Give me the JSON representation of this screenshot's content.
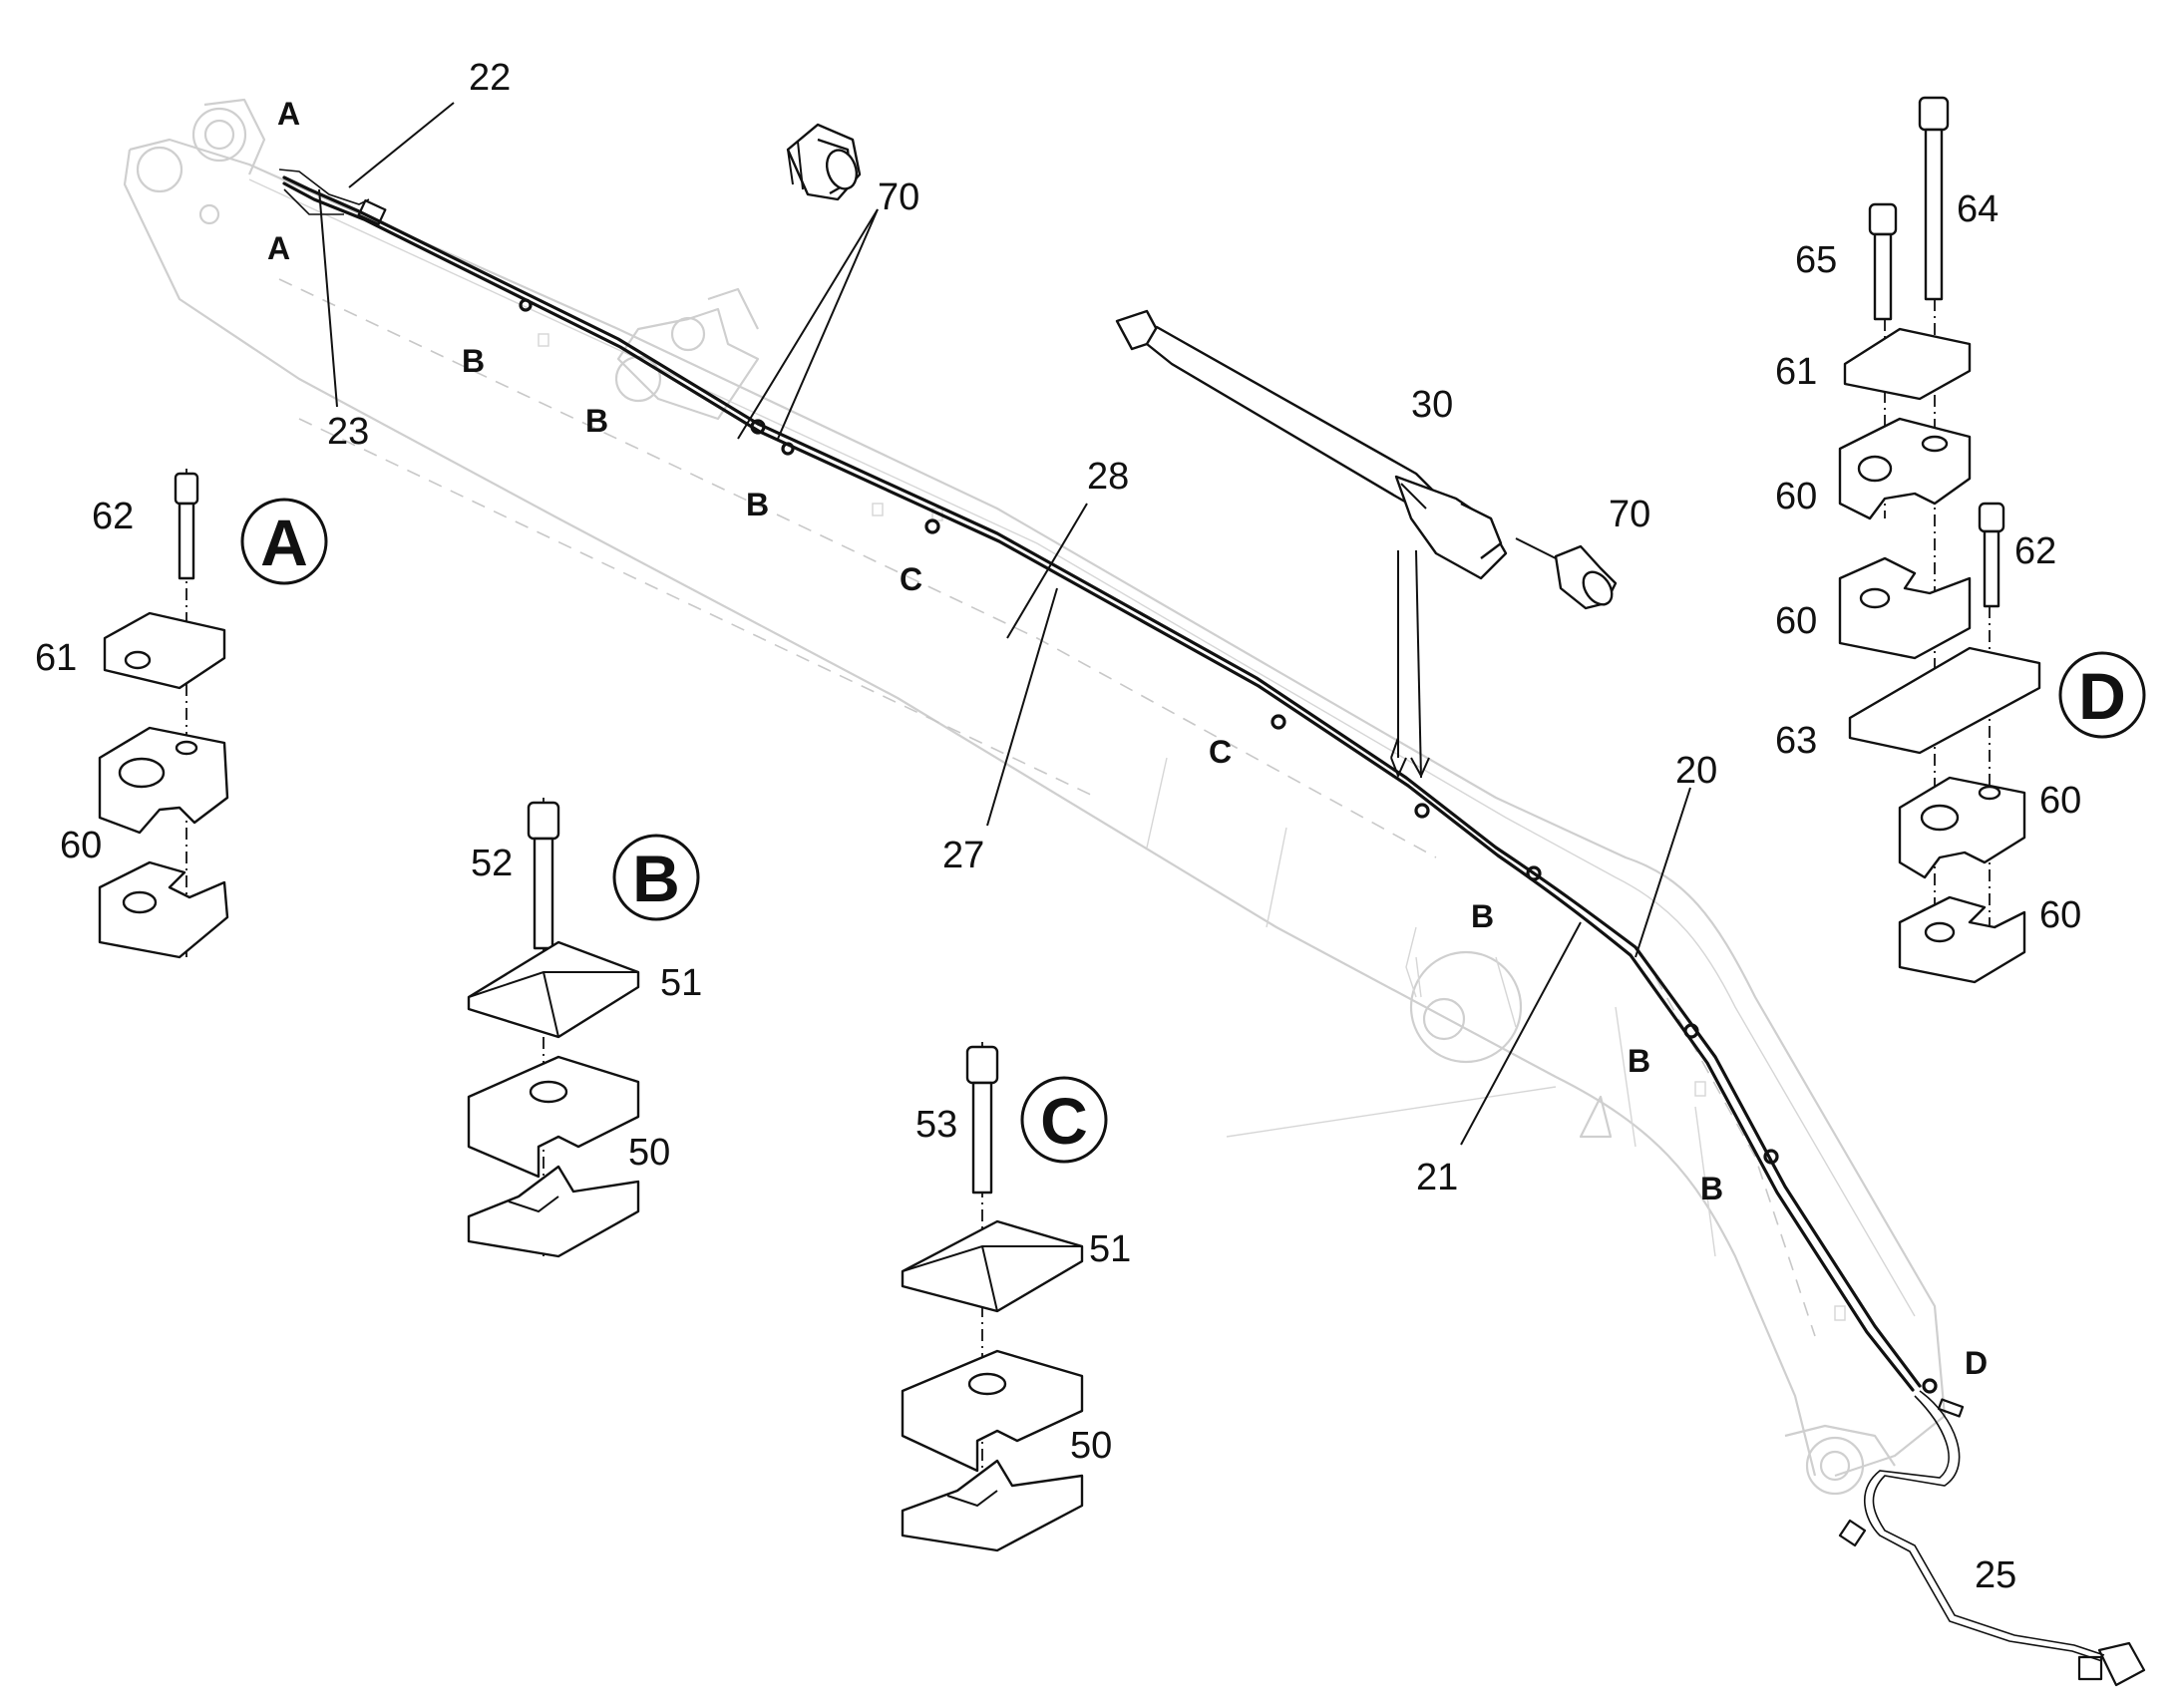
{
  "callouts": {
    "n22": "22",
    "n23": "23",
    "n70a": "70",
    "n70b": "70",
    "n30": "30",
    "n28": "28",
    "n27": "27",
    "n20": "20",
    "n21": "21",
    "n25": "25",
    "n62a": "62",
    "n61a": "61",
    "n60a": "60",
    "n52": "52",
    "n51a": "51",
    "n50a": "50",
    "n53": "53",
    "n51b": "51",
    "n50b": "50",
    "n64": "64",
    "n65": "65",
    "n61d": "61",
    "n60d1": "60",
    "n60d2": "60",
    "n62d": "62",
    "n63": "63",
    "n60d3": "60",
    "n60d4": "60"
  },
  "zone_markers": {
    "a1": "A",
    "a2": "A",
    "b1": "B",
    "b2": "B",
    "b3": "B",
    "c1": "C",
    "c2": "C",
    "b4": "B",
    "b5": "B",
    "b6": "B",
    "d1": "D"
  },
  "detail_labels": {
    "a": "A",
    "b": "B",
    "c": "C",
    "d": "D"
  }
}
